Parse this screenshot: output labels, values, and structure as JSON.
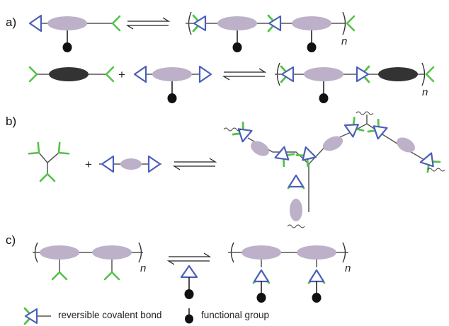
{
  "panels": [
    {
      "id": "a",
      "label": "a)"
    },
    {
      "id": "b",
      "label": "b)"
    },
    {
      "id": "c",
      "label": "c)"
    }
  ],
  "operators": {
    "plus": "+",
    "repeat_n": "n"
  },
  "legend": {
    "bond_label": "reversible covalent bond",
    "functional_label": "functional group"
  },
  "colors": {
    "blue_triangle": "#4a5fb8",
    "green_fork": "#55c24a",
    "lavender_ellipse": "#bdb0c9",
    "dark_ellipse": "#333333",
    "line": "#555555"
  }
}
